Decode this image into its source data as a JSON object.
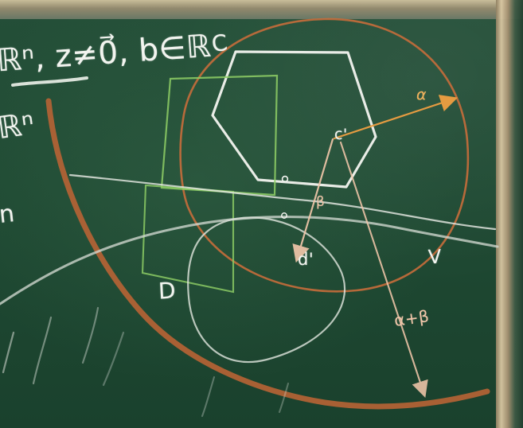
{
  "board": {
    "set_text": "ℝⁿ, z≠0⃗, b∈ℝ",
    "rn_text": "ℝⁿ",
    "n_text": "n",
    "c_label": "C",
    "d_label": "D",
    "alpha_label": "α",
    "cprime_label": "c'",
    "dprime_label": "d'",
    "beta_label": "β",
    "sum_label": "α+β",
    "v_label": "V"
  },
  "colors": {
    "board_green": "#1f4a33",
    "chalk_white": "#f2f4ef",
    "chalk_green": "#a9d779",
    "chalk_orange": "#e4a156",
    "chalk_brown": "#c86e3a",
    "chalk_peach": "#f0c6a9"
  }
}
